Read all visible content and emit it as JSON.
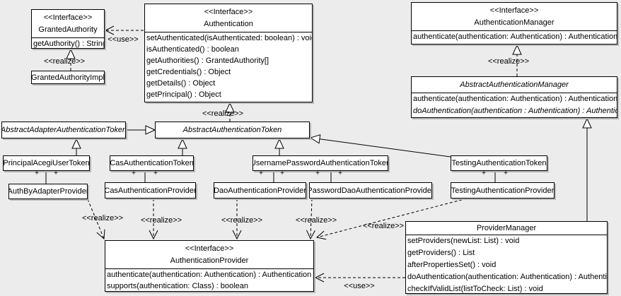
{
  "labels": {
    "realize": "<<realize>>",
    "use": "<<use>>",
    "plus": "+",
    "interface_stereotype": "<<Interface>>"
  },
  "colors": {
    "background": "#ececec",
    "box_fill": "#ffffff",
    "line": "#000000",
    "shadow": "#b8b8b8"
  },
  "classes": {
    "granted_authority": {
      "stereotype": "<<Interface>>",
      "name": "GrantedAuthority",
      "methods": [
        "getAuthority() : String"
      ]
    },
    "granted_authority_impl": {
      "name": "GrantedAuthorityImpl"
    },
    "authentication": {
      "stereotype": "<<Interface>>",
      "name": "Authentication",
      "methods": [
        "setAuthenticated(isAuthenticated: boolean) : void",
        "isAuthenticated() : boolean",
        "getAuthorities() : GrantedAuthority[]",
        "getCredentials() : Object",
        "getDetails() : Object",
        "getPrincipal() : Object"
      ]
    },
    "authentication_manager": {
      "stereotype": "<<Interface>>",
      "name": "AuthenticationManager",
      "methods": [
        "authenticate(authentication: Authentication) : Authentication"
      ]
    },
    "abstract_authentication_manager": {
      "name": "AbstractAuthenticationManager",
      "abstract": true,
      "methods": [
        "authenticate(authentication: Authentication) : Authentication",
        "doAuthentication(authentication : Authentication) : Authentication"
      ]
    },
    "abstract_adapter_authentication_token": {
      "name": "AbstractAdapterAuthenticationToken",
      "abstract": true
    },
    "abstract_authentication_token": {
      "name": "AbstractAuthenticationToken",
      "abstract": true
    },
    "principal_acegi_user_token": {
      "name": "PrincipalAcegiUserToken"
    },
    "cas_authentication_token": {
      "name": "CasAuthenticationToken"
    },
    "username_password_authentication_token": {
      "name": "UsernamePasswordAuthenticationToken"
    },
    "testing_authentication_token": {
      "name": "TestingAuthenticationToken"
    },
    "auth_by_adapter_provider": {
      "name": "AuthByAdapterProvider"
    },
    "cas_authentication_provider": {
      "name": "CasAuthenticationProvider"
    },
    "dao_authentication_provider": {
      "name": "DaoAuthenticationProvider"
    },
    "password_dao_authentication_provider": {
      "name": "PasswordDaoAuthenticationProvider"
    },
    "testing_authentication_provider": {
      "name": "TestingAuthenticationProvider"
    },
    "authentication_provider": {
      "stereotype": "<<Interface>>",
      "name": "AuthenticationProvider",
      "methods": [
        "authenticate(authentication: Authentication) : Authentication",
        "supports(authentication: Class) : boolean"
      ]
    },
    "provider_manager": {
      "name": "ProviderManager",
      "methods": [
        "setProviders(newList: List) : void",
        "getProviders() : List",
        "afterPropertiesSet() : void",
        "doAuthentication(authentication: Authentication) : Authentication",
        "checkIfValidList(listToCheck: List) : void"
      ]
    }
  },
  "relationships": [
    {
      "from": "Authentication",
      "to": "GrantedAuthority",
      "type": "use",
      "label": "<<use>>"
    },
    {
      "from": "GrantedAuthorityImpl",
      "to": "GrantedAuthority",
      "type": "realize",
      "label": "<<realize>>"
    },
    {
      "from": "AbstractAuthenticationToken",
      "to": "Authentication",
      "type": "realize",
      "label": "<<realize>>"
    },
    {
      "from": "AbstractAuthenticationManager",
      "to": "AuthenticationManager",
      "type": "realize",
      "label": "<<realize>>"
    },
    {
      "from": "ProviderManager",
      "to": "AbstractAuthenticationManager",
      "type": "generalization"
    },
    {
      "from": "AbstractAdapterAuthenticationToken",
      "to": "AbstractAuthenticationToken",
      "type": "generalization"
    },
    {
      "from": "PrincipalAcegiUserToken",
      "to": "AbstractAdapterAuthenticationToken",
      "type": "generalization"
    },
    {
      "from": "CasAuthenticationToken",
      "to": "AbstractAuthenticationToken",
      "type": "generalization"
    },
    {
      "from": "UsernamePasswordAuthenticationToken",
      "to": "AbstractAuthenticationToken",
      "type": "generalization"
    },
    {
      "from": "TestingAuthenticationToken",
      "to": "AbstractAuthenticationToken",
      "type": "generalization"
    },
    {
      "from": "PrincipalAcegiUserToken",
      "to": "AuthByAdapterProvider",
      "type": "association",
      "multiplicity": "+ +"
    },
    {
      "from": "CasAuthenticationToken",
      "to": "CasAuthenticationProvider",
      "type": "association",
      "multiplicity": "+ +"
    },
    {
      "from": "UsernamePasswordAuthenticationToken",
      "to": "DaoAuthenticationProvider",
      "type": "association",
      "multiplicity": "+ +"
    },
    {
      "from": "UsernamePasswordAuthenticationToken",
      "to": "PasswordDaoAuthenticationProvider",
      "type": "association",
      "multiplicity": "+ +"
    },
    {
      "from": "TestingAuthenticationToken",
      "to": "TestingAuthenticationProvider",
      "type": "association",
      "multiplicity": "+ +"
    },
    {
      "from": "AuthByAdapterProvider",
      "to": "AuthenticationProvider",
      "type": "realize",
      "label": "<<realize>>"
    },
    {
      "from": "CasAuthenticationProvider",
      "to": "AuthenticationProvider",
      "type": "realize",
      "label": "<<realize>>"
    },
    {
      "from": "DaoAuthenticationProvider",
      "to": "AuthenticationProvider",
      "type": "realize",
      "label": "<<realize>>"
    },
    {
      "from": "PasswordDaoAuthenticationProvider",
      "to": "AuthenticationProvider",
      "type": "realize",
      "label": "<<realize>>"
    },
    {
      "from": "TestingAuthenticationProvider",
      "to": "AuthenticationProvider",
      "type": "realize",
      "label": "<<realize>>"
    },
    {
      "from": "ProviderManager",
      "to": "AuthenticationProvider",
      "type": "use",
      "label": "<<use>>"
    }
  ]
}
